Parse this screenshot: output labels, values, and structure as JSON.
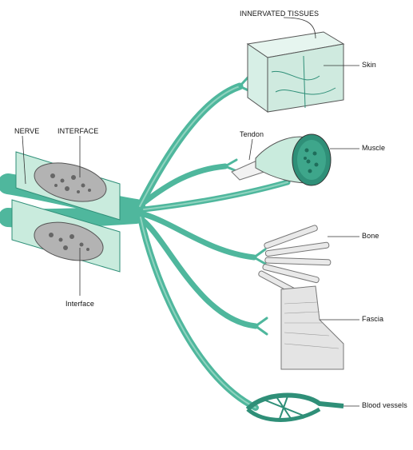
{
  "colors": {
    "nerve": "#4fb79d",
    "nerve_dark": "#2f8f78",
    "nerve_light": "#c9ebdd",
    "tissue_green": "#d7efe6",
    "bone": "#e9e9e9",
    "bone_outline": "#777777",
    "interface_gray": "#b3b3b3",
    "line": "#333333"
  },
  "labels": {
    "innervated_tissues": "INNERVATED TISSUES",
    "skin": "Skin",
    "tendon": "Tendon",
    "muscle": "Muscle",
    "nerve": "NERVE",
    "interface_upper": "INTERFACE",
    "bone": "Bone",
    "interface_lower": "Interface",
    "fascia": "Fascia",
    "blood_vessels": "Blood vessels"
  }
}
